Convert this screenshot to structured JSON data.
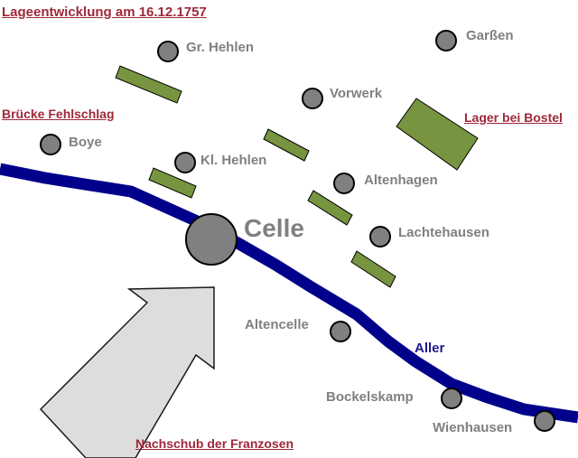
{
  "title": "Lageentwicklung am 16.12.1757",
  "annotations": {
    "bridge": "Brücke Fehlschlag",
    "camp": "Lager bei Bostel",
    "supply": "Nachschub der Franzosen"
  },
  "river": {
    "name": "Aller",
    "color": "#00008b"
  },
  "city": {
    "name": "Celle"
  },
  "places": {
    "gr_hehlen": "Gr. Hehlen",
    "garssen": "Garßen",
    "vorwerk": "Vorwerk",
    "boye": "Boye",
    "kl_hehlen": "Kl. Hehlen",
    "altenhagen": "Altenhagen",
    "lachtehausen": "Lachtehausen",
    "altencelle": "Altencelle",
    "bockelskamp": "Bockelskamp",
    "wienhausen": "Wienhausen"
  },
  "colors": {
    "troops": "#779440",
    "town": "#808080",
    "annotation": "#a0283a",
    "arrow": "#dddddd"
  }
}
